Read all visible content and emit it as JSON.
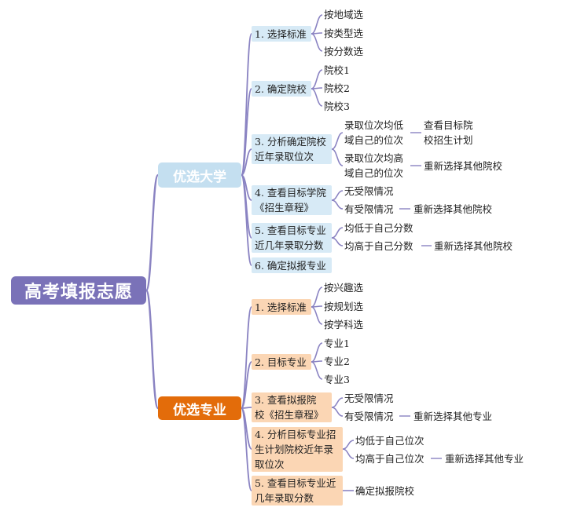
{
  "root": "高考填报志愿",
  "branches": [
    {
      "label": "优选大学",
      "children": [
        {
          "label": "1. 选择标准",
          "children": [
            {
              "label": "按地域选"
            },
            {
              "label": "按类型选"
            },
            {
              "label": "按分数选"
            }
          ]
        },
        {
          "label": "2. 确定院校",
          "children": [
            {
              "label": "院校1"
            },
            {
              "label": "院校2"
            },
            {
              "label": "院校3"
            }
          ]
        },
        {
          "label": "3. 分析确定院校\n近年录取位次",
          "children": [
            {
              "label": "录取位次均低\n域自己的位次",
              "children": [
                {
                  "label": "查看目标院\n校招生计划"
                }
              ]
            },
            {
              "label": "录取位次均高\n域自己的位次",
              "children": [
                {
                  "label": "重新选择其他院校"
                }
              ]
            }
          ]
        },
        {
          "label": "4. 查看目标学院\n《招生章程》",
          "children": [
            {
              "label": "无受限情况"
            },
            {
              "label": "有受限情况",
              "children": [
                {
                  "label": "重新选择其他院校"
                }
              ]
            }
          ]
        },
        {
          "label": "5. 查看目标专业\n近几年录取分数",
          "children": [
            {
              "label": "均低于自己分数"
            },
            {
              "label": "均高于自己分数",
              "children": [
                {
                  "label": "重新选择其他院校"
                }
              ]
            }
          ]
        },
        {
          "label": "6. 确定拟报专业"
        }
      ]
    },
    {
      "label": "优选专业",
      "children": [
        {
          "label": "1. 选择标准",
          "children": [
            {
              "label": "按兴趣选"
            },
            {
              "label": "按规划选"
            },
            {
              "label": "按学科选"
            }
          ]
        },
        {
          "label": "2. 目标专业",
          "children": [
            {
              "label": "专业1"
            },
            {
              "label": "专业2"
            },
            {
              "label": "专业3"
            }
          ]
        },
        {
          "label": "3. 查看拟报院\n校《招生章程》",
          "children": [
            {
              "label": "无受限情况"
            },
            {
              "label": "有受限情况",
              "children": [
                {
                  "label": "重新选择其他专业"
                }
              ]
            }
          ]
        },
        {
          "label": "4. 分析目标专业招\n生计划院校近年录\n取位次",
          "children": [
            {
              "label": "均低于自己位次"
            },
            {
              "label": "均高于自己位次",
              "children": [
                {
                  "label": "重新选择其他专业"
                }
              ]
            }
          ]
        },
        {
          "label": "5. 查看目标专业近\n几年录取分数",
          "children": [
            {
              "label": "确定拟报院校"
            }
          ]
        }
      ]
    }
  ],
  "colors": {
    "line": "#8a83c2",
    "root_bg": "#7a72b8",
    "uni_bg": "#c4dff0",
    "major_bg": "#e36c0a",
    "uni_sub_bg": "#d7eaf6",
    "major_sub_bg": "#fbd6b4"
  }
}
